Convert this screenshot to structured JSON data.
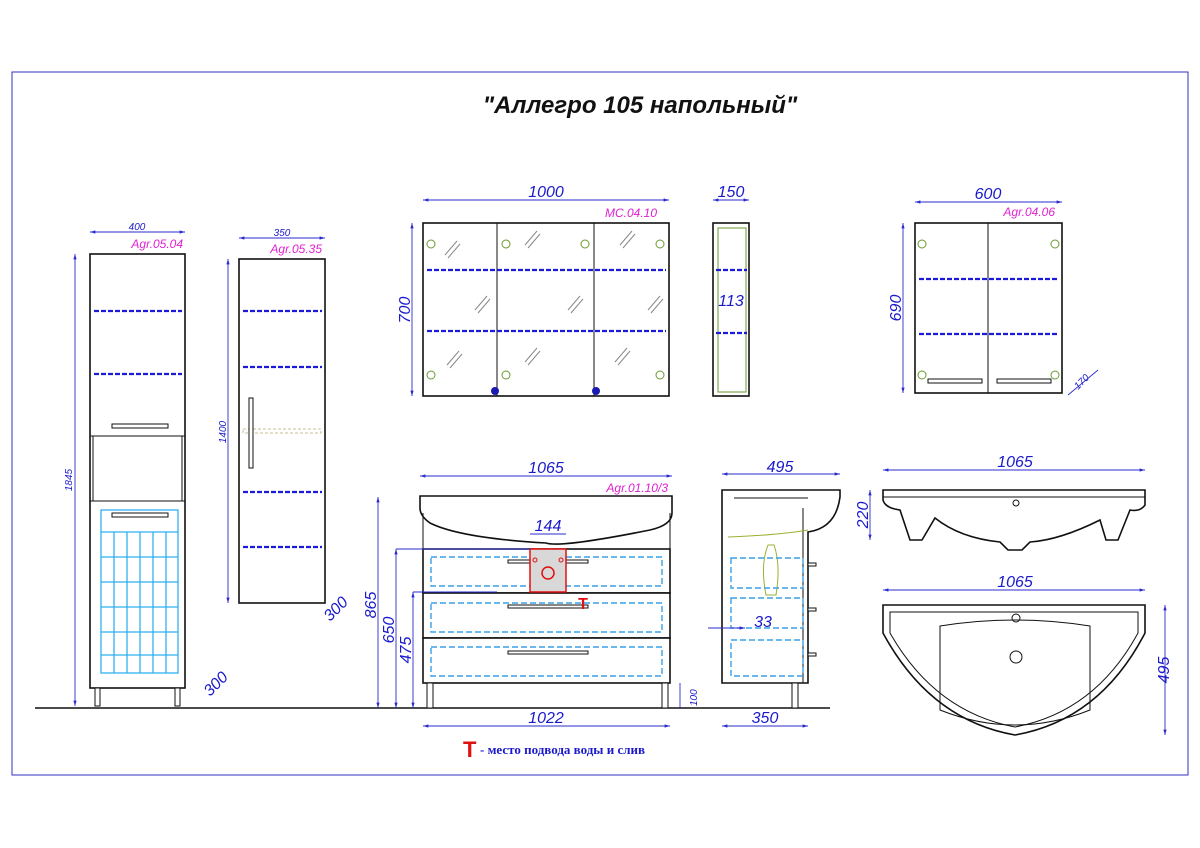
{
  "title": "\"Аллегро 105 напольный\"",
  "tall_cabinet_1": {
    "label": "Agr.05.04",
    "width": "400",
    "height": "1845",
    "depth": "300"
  },
  "tall_cabinet_2": {
    "label": "Agr.05.35",
    "width": "350",
    "height": "1400",
    "depth": "300"
  },
  "mirror_cabinet": {
    "label": "MC.04.10",
    "width": "1000",
    "height": "700",
    "side_depth": "150",
    "inner_depth": "113"
  },
  "wall_cabinet": {
    "label": "Agr.04.06",
    "width": "600",
    "height": "690",
    "depth": "170"
  },
  "vanity": {
    "label": "Agr.01.10/3",
    "top_width": "1065",
    "base_width": "1022",
    "height": "865",
    "h650": "650",
    "h475": "475",
    "leg_height": "100",
    "plumbing_width": "144",
    "side_depth": "495",
    "side_base_depth": "350",
    "offset": "33"
  },
  "sink": {
    "side_width": "1065",
    "side_height": "220",
    "plan_width": "1065",
    "plan_depth": "495"
  },
  "legend": {
    "marker": "T",
    "text": "- место подвода воды и слив"
  },
  "colors": {
    "dimension": "#1a1acc",
    "label": "#e020d0",
    "marker": "#e01010"
  }
}
